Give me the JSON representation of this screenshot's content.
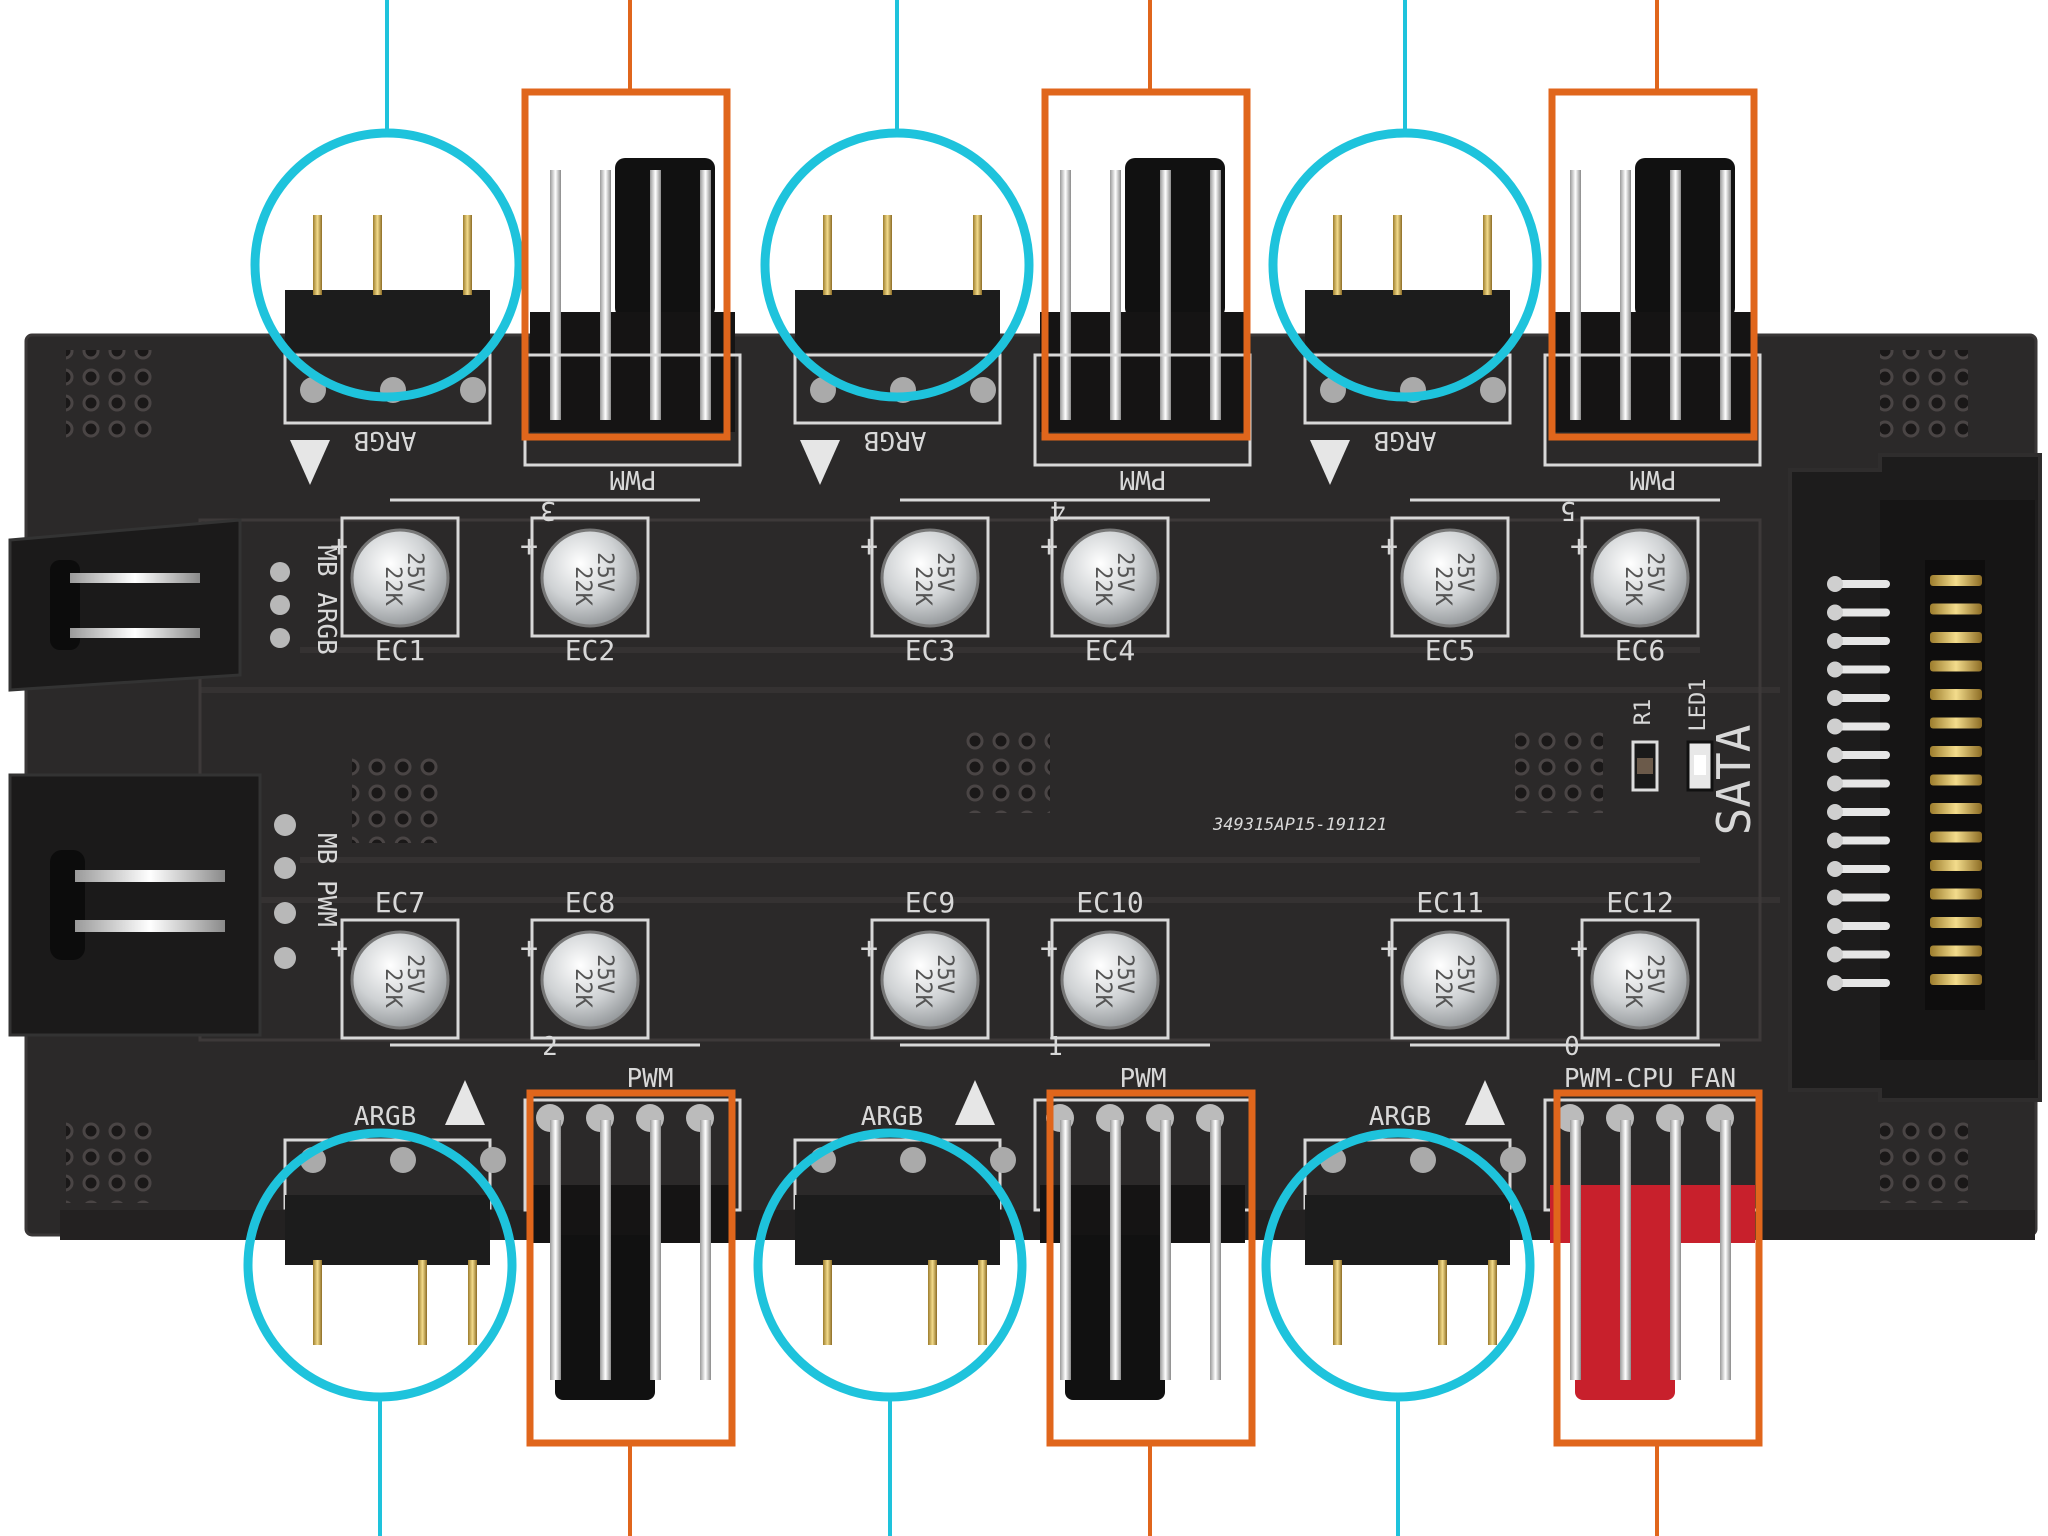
{
  "colors": {
    "pcb": "#2b2929",
    "silkscreen": "#d8d8d8",
    "argb_callout": "#1ec3dc",
    "pwm_callout": "#e0661c",
    "cpu_fan_header": "#c8202c",
    "header_plastic": "#1c1c1c",
    "gold_pins": "#d8b75a"
  },
  "icons": [
    "capacitor-icon",
    "pin-header-icon",
    "arrow-triangle-icon",
    "sata-connector-icon",
    "led-icon"
  ],
  "board": {
    "serial": "349315AP15-191121",
    "sata_label": "SATA",
    "led_label": "LED1",
    "resistor_label": "R1",
    "cap_rating": "25V",
    "cap_value": "22K",
    "top_capacitors": [
      "EC1",
      "EC2",
      "EC3",
      "EC4",
      "EC5",
      "EC6"
    ],
    "bottom_capacitors": [
      "EC7",
      "EC8",
      "EC9",
      "EC10",
      "EC11",
      "EC12"
    ],
    "top_ports": [
      {
        "argb": "ARGB",
        "pwm": "PWM",
        "number": "3"
      },
      {
        "argb": "ARGB",
        "pwm": "PWM",
        "number": "4"
      },
      {
        "argb": "ARGB",
        "pwm": "PWM",
        "number": "5"
      }
    ],
    "bottom_ports": [
      {
        "argb": "ARGB",
        "pwm": "PWM",
        "number": "2"
      },
      {
        "argb": "ARGB",
        "pwm": "PWM",
        "number": "1"
      },
      {
        "argb": "ARGB",
        "pwm": "PWM-CPU FAN",
        "number": "0"
      }
    ],
    "left_inputs": [
      "MB ARGB",
      "MB PWM"
    ]
  }
}
